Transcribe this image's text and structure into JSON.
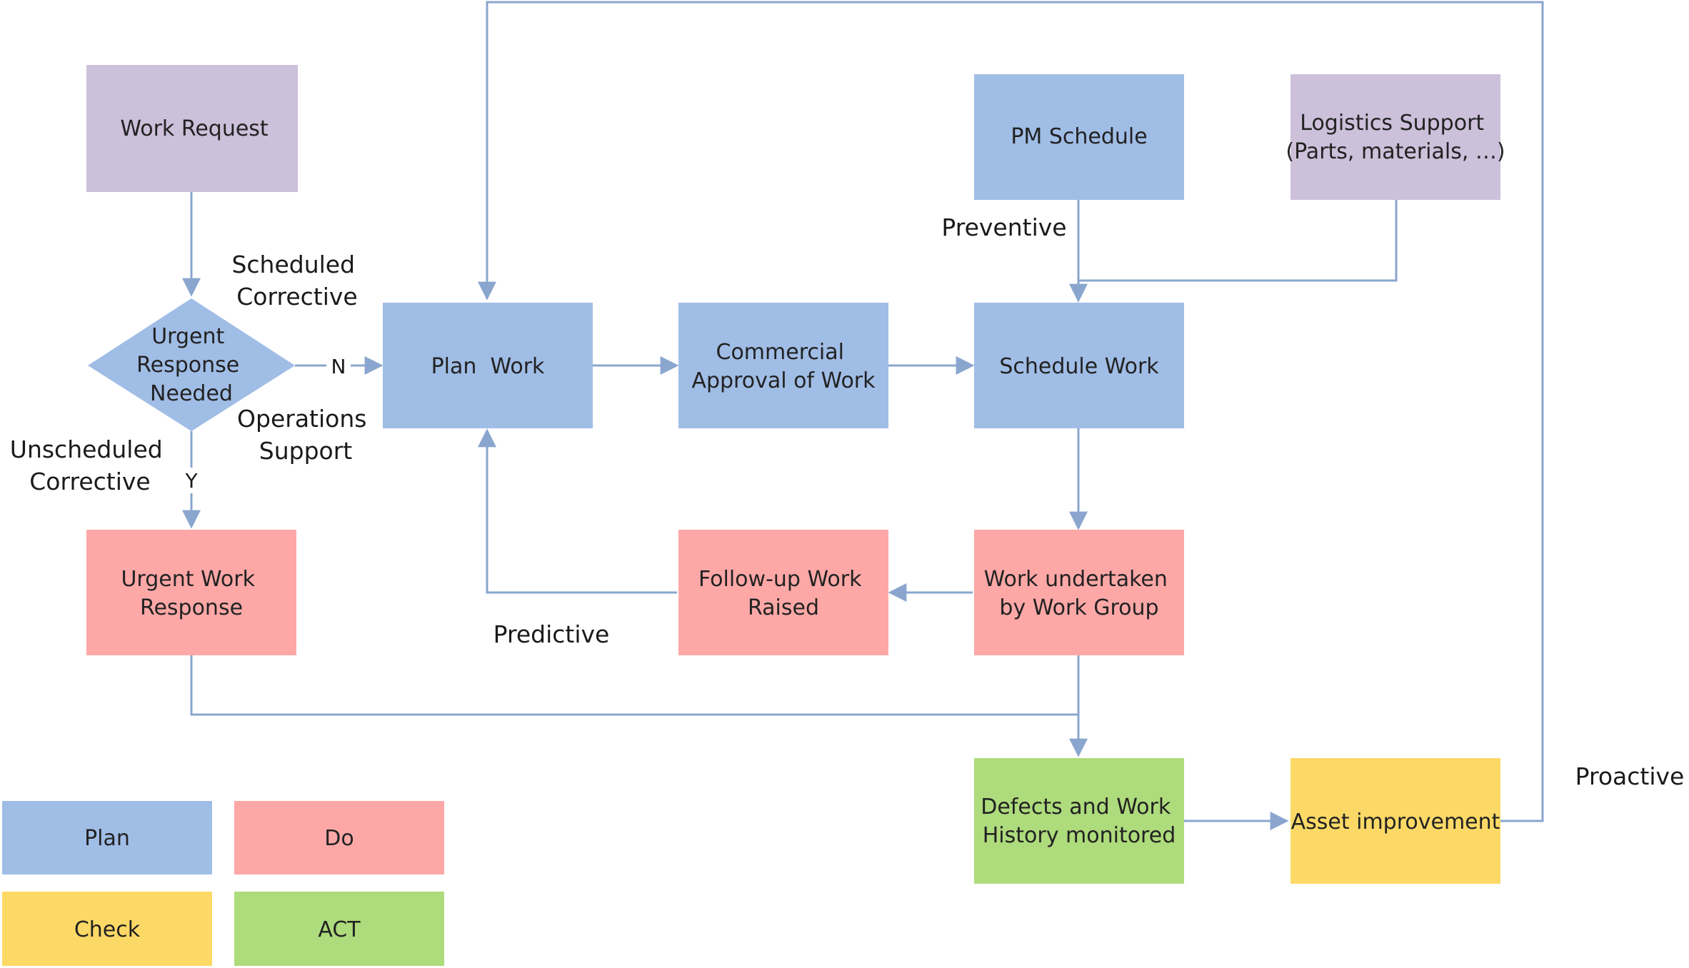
{
  "colors": {
    "plan": "#a0bde6",
    "do": "#fda8a7",
    "check": "#fcd966",
    "act": "#aedb7c",
    "request": "#ccc0da",
    "connector": "#8aa6cf"
  },
  "nodes": {
    "work_request": {
      "lines": [
        "Work Request"
      ]
    },
    "urgent_decision": {
      "lines": [
        "Urgent",
        "Response",
        "Needed"
      ]
    },
    "plan_work": {
      "lines": [
        "Plan  Work"
      ]
    },
    "commercial_approval": {
      "lines": [
        "Commercial",
        "Approval of Work"
      ]
    },
    "schedule_work": {
      "lines": [
        "Schedule Work"
      ]
    },
    "pm_schedule": {
      "lines": [
        "PM Schedule"
      ]
    },
    "logistics_support": {
      "lines": [
        "Logistics Support",
        "(Parts, materials, …)"
      ]
    },
    "urgent_work_response": {
      "lines": [
        "Urgent Work",
        "Response"
      ]
    },
    "follow_up_work": {
      "lines": [
        "Follow-up Work",
        "Raised"
      ]
    },
    "work_undertaken": {
      "lines": [
        "Work undertaken",
        "by Work Group"
      ]
    },
    "defects_monitored": {
      "lines": [
        "Defects and Work",
        "History monitored"
      ]
    },
    "asset_improvement": {
      "lines": [
        "Asset improvement"
      ]
    }
  },
  "edge_labels": {
    "no": "N",
    "yes": "Y"
  },
  "annotations": {
    "scheduled_corrective": [
      "Scheduled",
      "Corrective"
    ],
    "operations_support": [
      "Operations",
      "Support"
    ],
    "unscheduled_corrective": [
      "Unscheduled",
      "Corrective"
    ],
    "preventive": "Preventive",
    "predictive": "Predictive",
    "proactive": "Proactive"
  },
  "legend": {
    "plan": "Plan",
    "do": "Do",
    "check": "Check",
    "act": "ACT"
  }
}
